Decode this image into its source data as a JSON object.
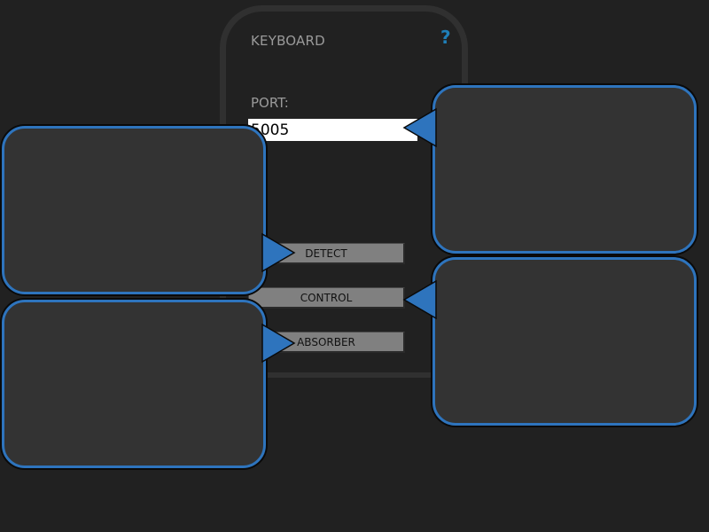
{
  "panel": {
    "title": "KEYBOARD",
    "help_glyph": "?",
    "help_icon": "question-mark-icon",
    "port_label": "PORT:",
    "port_value": "5005"
  },
  "buttons": {
    "detect": "DETECT",
    "control": "CONTROL",
    "absorber": "ABSORBER"
  },
  "colors": {
    "background": "#212121",
    "panel_border": "#303030",
    "label": "#9a9a9a",
    "accent": "#1f7fb8",
    "callout_fill": "#333333",
    "callout_border": "#2e74bd",
    "button_fill": "#808080"
  }
}
